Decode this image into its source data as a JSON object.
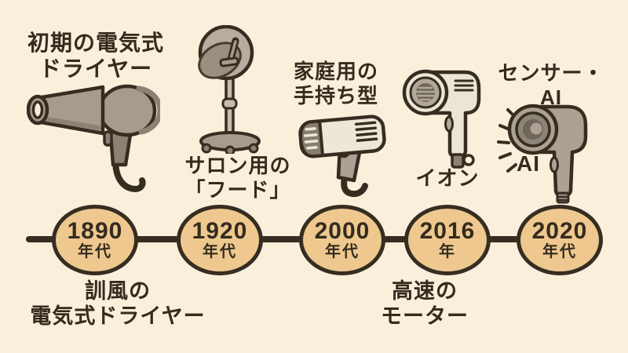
{
  "palette": {
    "background": "#f9efdb",
    "outline": "#362d21",
    "node_fill": "#eec88f",
    "text": "#342b1e",
    "dryer_taupe": "#a69b8d",
    "dryer_dark_taupe": "#8c8173",
    "dryer_cream": "#ece7d8",
    "dryer_light_gray": "#c6bdae"
  },
  "timeline": {
    "nodes": [
      {
        "year": "1890",
        "era": "年代"
      },
      {
        "year": "1920",
        "era": "年代"
      },
      {
        "year": "2000",
        "era": "年代"
      },
      {
        "year": "2016",
        "era": "年"
      },
      {
        "year": "2020",
        "era": "年代"
      }
    ]
  },
  "captions": {
    "early": {
      "line1": "初期の電気式",
      "line2": "ドライヤー"
    },
    "salon": {
      "line1": "サロン用の",
      "line2": "「フード」"
    },
    "home": {
      "line1": "家庭用の",
      "line2": "手持ち型"
    },
    "ion": {
      "line1": "イオン"
    },
    "sensor": {
      "line1": "センサー・",
      "line2": "AI"
    },
    "ai_device": "AI",
    "warm": {
      "line1": "訓風の",
      "line2": "電気式ドライヤー"
    },
    "motor": {
      "line1": "高速の",
      "line2": "モーター"
    }
  },
  "illustrations": {
    "early": "pistol-barrel-hair-dryer-illustration",
    "salon": "hood-dryer-on-stand-illustration",
    "home": "handheld-hair-dryer-illustration",
    "ion": "ion-hair-dryer-illustration",
    "ai": "ai-sensor-hair-dryer-illustration"
  }
}
